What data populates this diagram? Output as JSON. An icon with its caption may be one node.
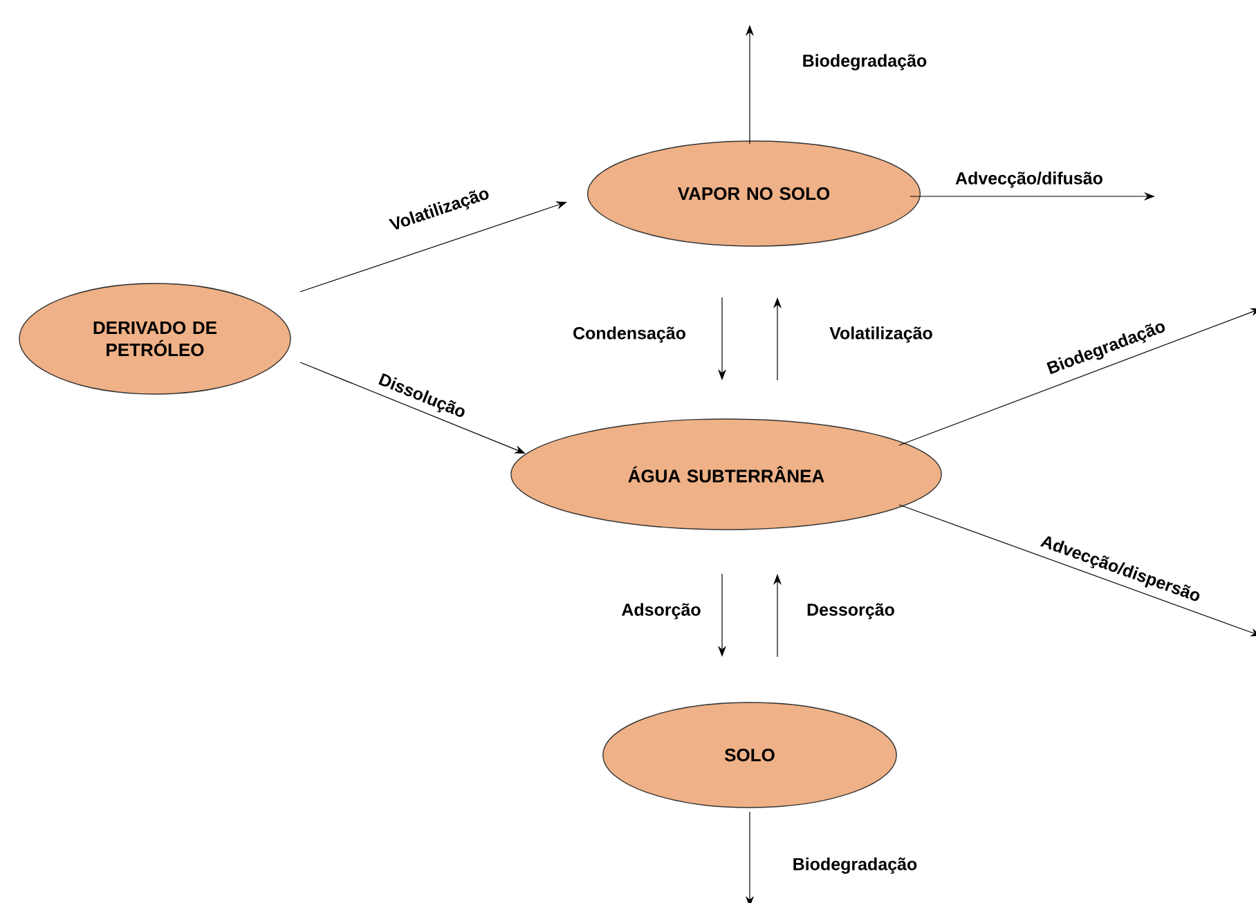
{
  "diagram": {
    "nodes": [
      {
        "text": [
          "DERIVADO DE PETRÓLEO"
        ]
      },
      {
        "text": [
          "VAPOR NO SOLO"
        ]
      },
      {
        "text": [
          "ÁGUA SUBTERRÂNEA"
        ]
      },
      {
        "text": [
          "SOLO"
        ]
      }
    ],
    "edges": [
      {
        "from": 0,
        "to": 1,
        "arrow": "to",
        "label": "Volatilização"
      },
      {
        "from": 0,
        "to": 2,
        "arrow": "to",
        "label": "Dissolução"
      },
      {
        "from": 1,
        "to": 2,
        "arrow": "to",
        "label": "Condensação"
      },
      {
        "from": 2,
        "to": 1,
        "arrow": "to",
        "label": "Volatilização"
      },
      {
        "from": 2,
        "to": 3,
        "arrow": "to",
        "label": "Adsorção"
      },
      {
        "from": 3,
        "to": 2,
        "arrow": "to",
        "label": "Dessorção"
      },
      {
        "from": 1,
        "to": null,
        "arrow": "to",
        "label": "Biodegradação"
      },
      {
        "from": 1,
        "to": null,
        "arrow": "to",
        "label": "Advecção/difusão"
      },
      {
        "from": 2,
        "to": null,
        "arrow": "to",
        "label": "Biodegradação"
      },
      {
        "from": 2,
        "to": null,
        "arrow": "to",
        "label": "Advecção/dispersão"
      },
      {
        "from": 3,
        "to": null,
        "arrow": "to",
        "label": "Biodegradação"
      }
    ]
  }
}
